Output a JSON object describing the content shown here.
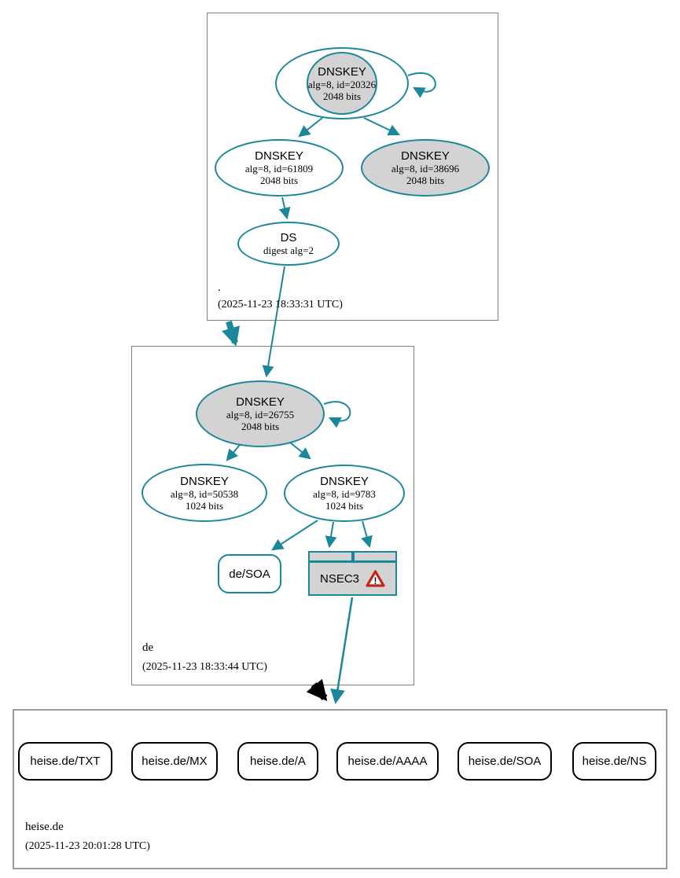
{
  "diagram": {
    "kind": "DNSSEC authentication chain graph",
    "colors": {
      "secure_teal": "#1a879a",
      "ksk_fill_gray": "#d3d3d3",
      "warning_red": "#c4251b",
      "delegation_black": "#000000"
    }
  },
  "zones": {
    "root": {
      "name": ".",
      "timestamp": "(2025-11-23 18:33:31 UTC)"
    },
    "de": {
      "name": "de",
      "timestamp": "(2025-11-23 18:33:44 UTC)"
    },
    "heise": {
      "name": "heise.de",
      "timestamp": "(2025-11-23 20:01:28 UTC)"
    }
  },
  "nodes": {
    "root_ksk": {
      "title": "DNSKEY",
      "line2": "alg=8, id=20326",
      "line3": "2048 bits"
    },
    "root_zsk": {
      "title": "DNSKEY",
      "line2": "alg=8, id=61809",
      "line3": "2048 bits"
    },
    "root_key2": {
      "title": "DNSKEY",
      "line2": "alg=8, id=38696",
      "line3": "2048 bits"
    },
    "root_ds": {
      "title": "DS",
      "line2": "digest alg=2"
    },
    "de_ksk": {
      "title": "DNSKEY",
      "line2": "alg=8, id=26755",
      "line3": "2048 bits"
    },
    "de_zsk1": {
      "title": "DNSKEY",
      "line2": "alg=8, id=50538",
      "line3": "1024 bits"
    },
    "de_zsk2": {
      "title": "DNSKEY",
      "line2": "alg=8, id=9783",
      "line3": "1024 bits"
    },
    "de_soa": {
      "title": "de/SOA"
    },
    "nsec3": {
      "title": "NSEC3",
      "warning_glyph": "!"
    },
    "heise_rrsets": [
      {
        "label": "heise.de/TXT"
      },
      {
        "label": "heise.de/MX"
      },
      {
        "label": "heise.de/A"
      },
      {
        "label": "heise.de/AAAA"
      },
      {
        "label": "heise.de/SOA"
      },
      {
        "label": "heise.de/NS"
      }
    ]
  }
}
